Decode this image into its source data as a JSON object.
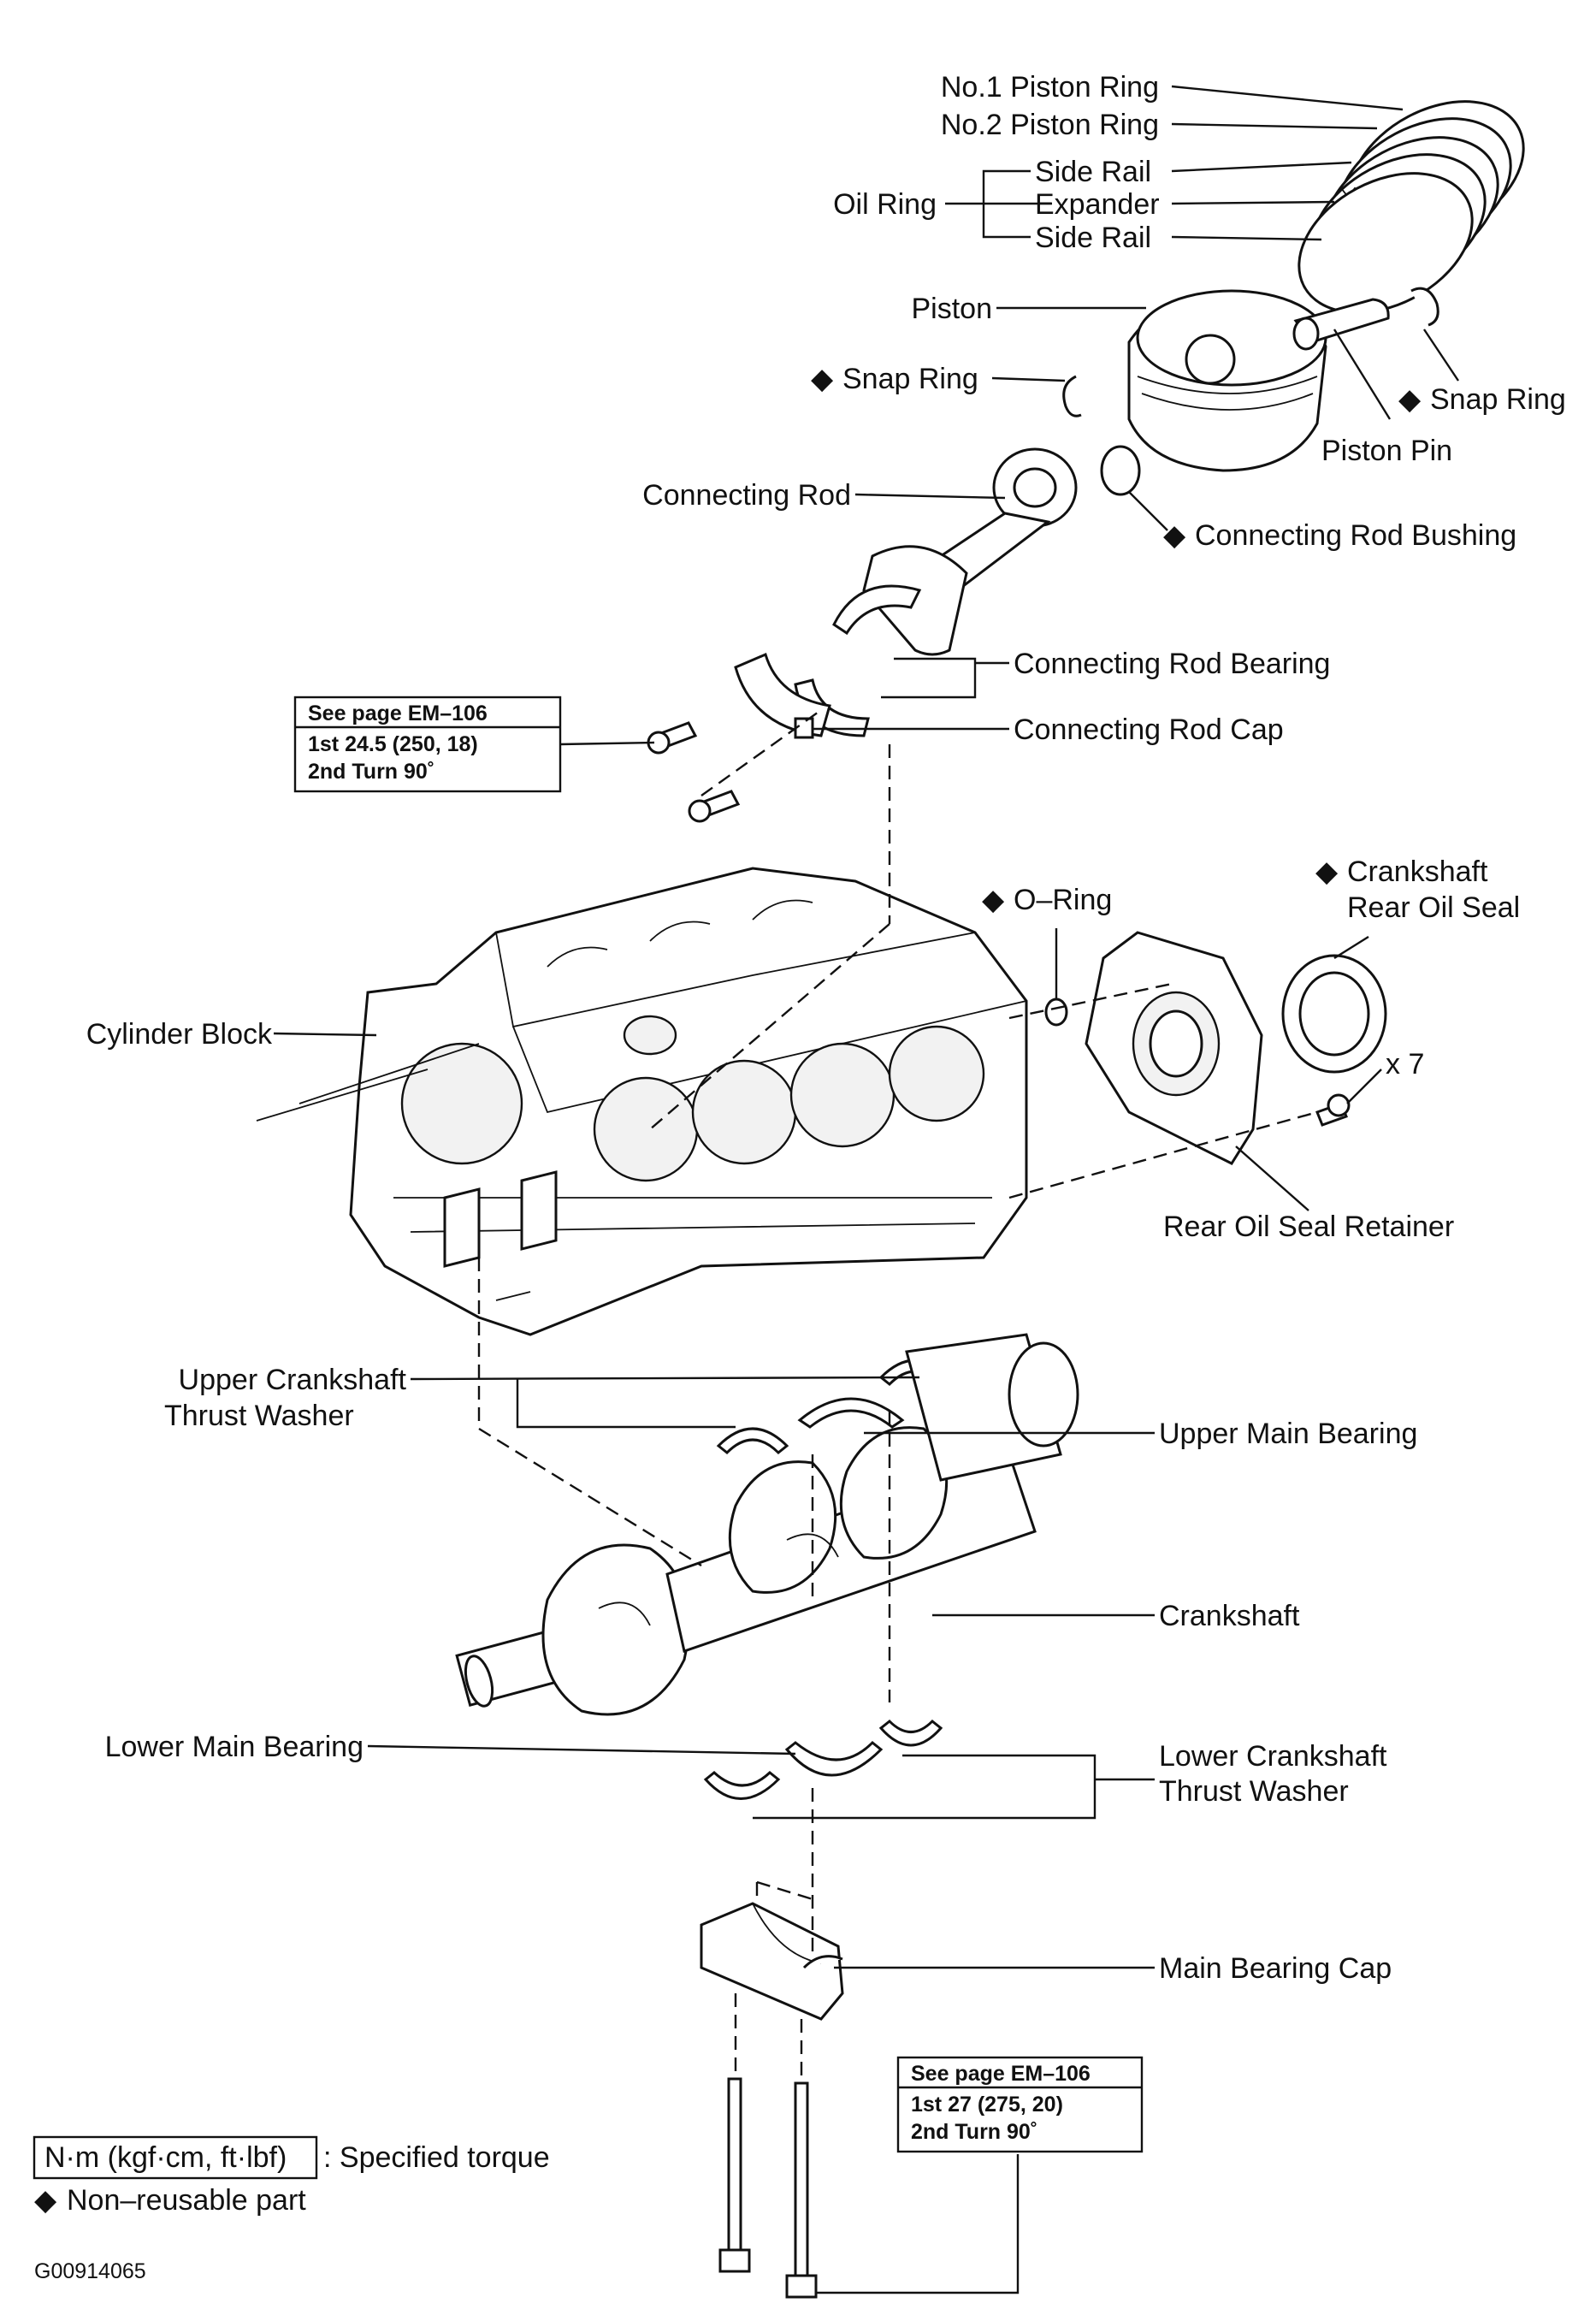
{
  "labels": {
    "piston_ring_1": "No.1 Piston Ring",
    "piston_ring_2": "No.2 Piston Ring",
    "side_rail_top": "Side Rail",
    "oil_ring": "Oil Ring",
    "expander": "Expander",
    "side_rail_bottom": "Side Rail",
    "piston": "Piston",
    "snap_ring_left": "Snap Ring",
    "snap_ring_right": "Snap Ring",
    "piston_pin": "Piston Pin",
    "connecting_rod": "Connecting Rod",
    "connecting_rod_bushing": "Connecting Rod Bushing",
    "connecting_rod_bearing": "Connecting Rod Bearing",
    "connecting_rod_cap": "Connecting Rod Cap",
    "o_ring": "O–Ring",
    "crankshaft_rear_oil_seal_l1": "Crankshaft",
    "crankshaft_rear_oil_seal_l2": "Rear Oil Seal",
    "x7": "x 7",
    "cylinder_block": "Cylinder Block",
    "rear_oil_seal_retainer": "Rear Oil Seal Retainer",
    "upper_thrust_washer_l1": "Upper Crankshaft",
    "upper_thrust_washer_l2": "Thrust Washer",
    "upper_main_bearing": "Upper Main Bearing",
    "crankshaft": "Crankshaft",
    "lower_main_bearing": "Lower Main Bearing",
    "lower_thrust_washer_l1": "Lower Crankshaft",
    "lower_thrust_washer_l2": "Thrust Washer",
    "main_bearing_cap": "Main Bearing Cap"
  },
  "torque_boxes": {
    "rod": {
      "title": "See page EM–106",
      "step1": "1st   24.5 (250, 18)",
      "step2": "2nd Turn 90˚"
    },
    "main": {
      "title": "See page EM–106",
      "step1": "1st   27 (275, 20)",
      "step2": "2nd Turn 90˚"
    }
  },
  "legend": {
    "torque_unit": "N·m (kgf·cm, ft·lbf)",
    "torque_text": ": Specified torque",
    "non_reusable": "Non–reusable part"
  },
  "marker": "◆",
  "figure_id": "G00914065"
}
